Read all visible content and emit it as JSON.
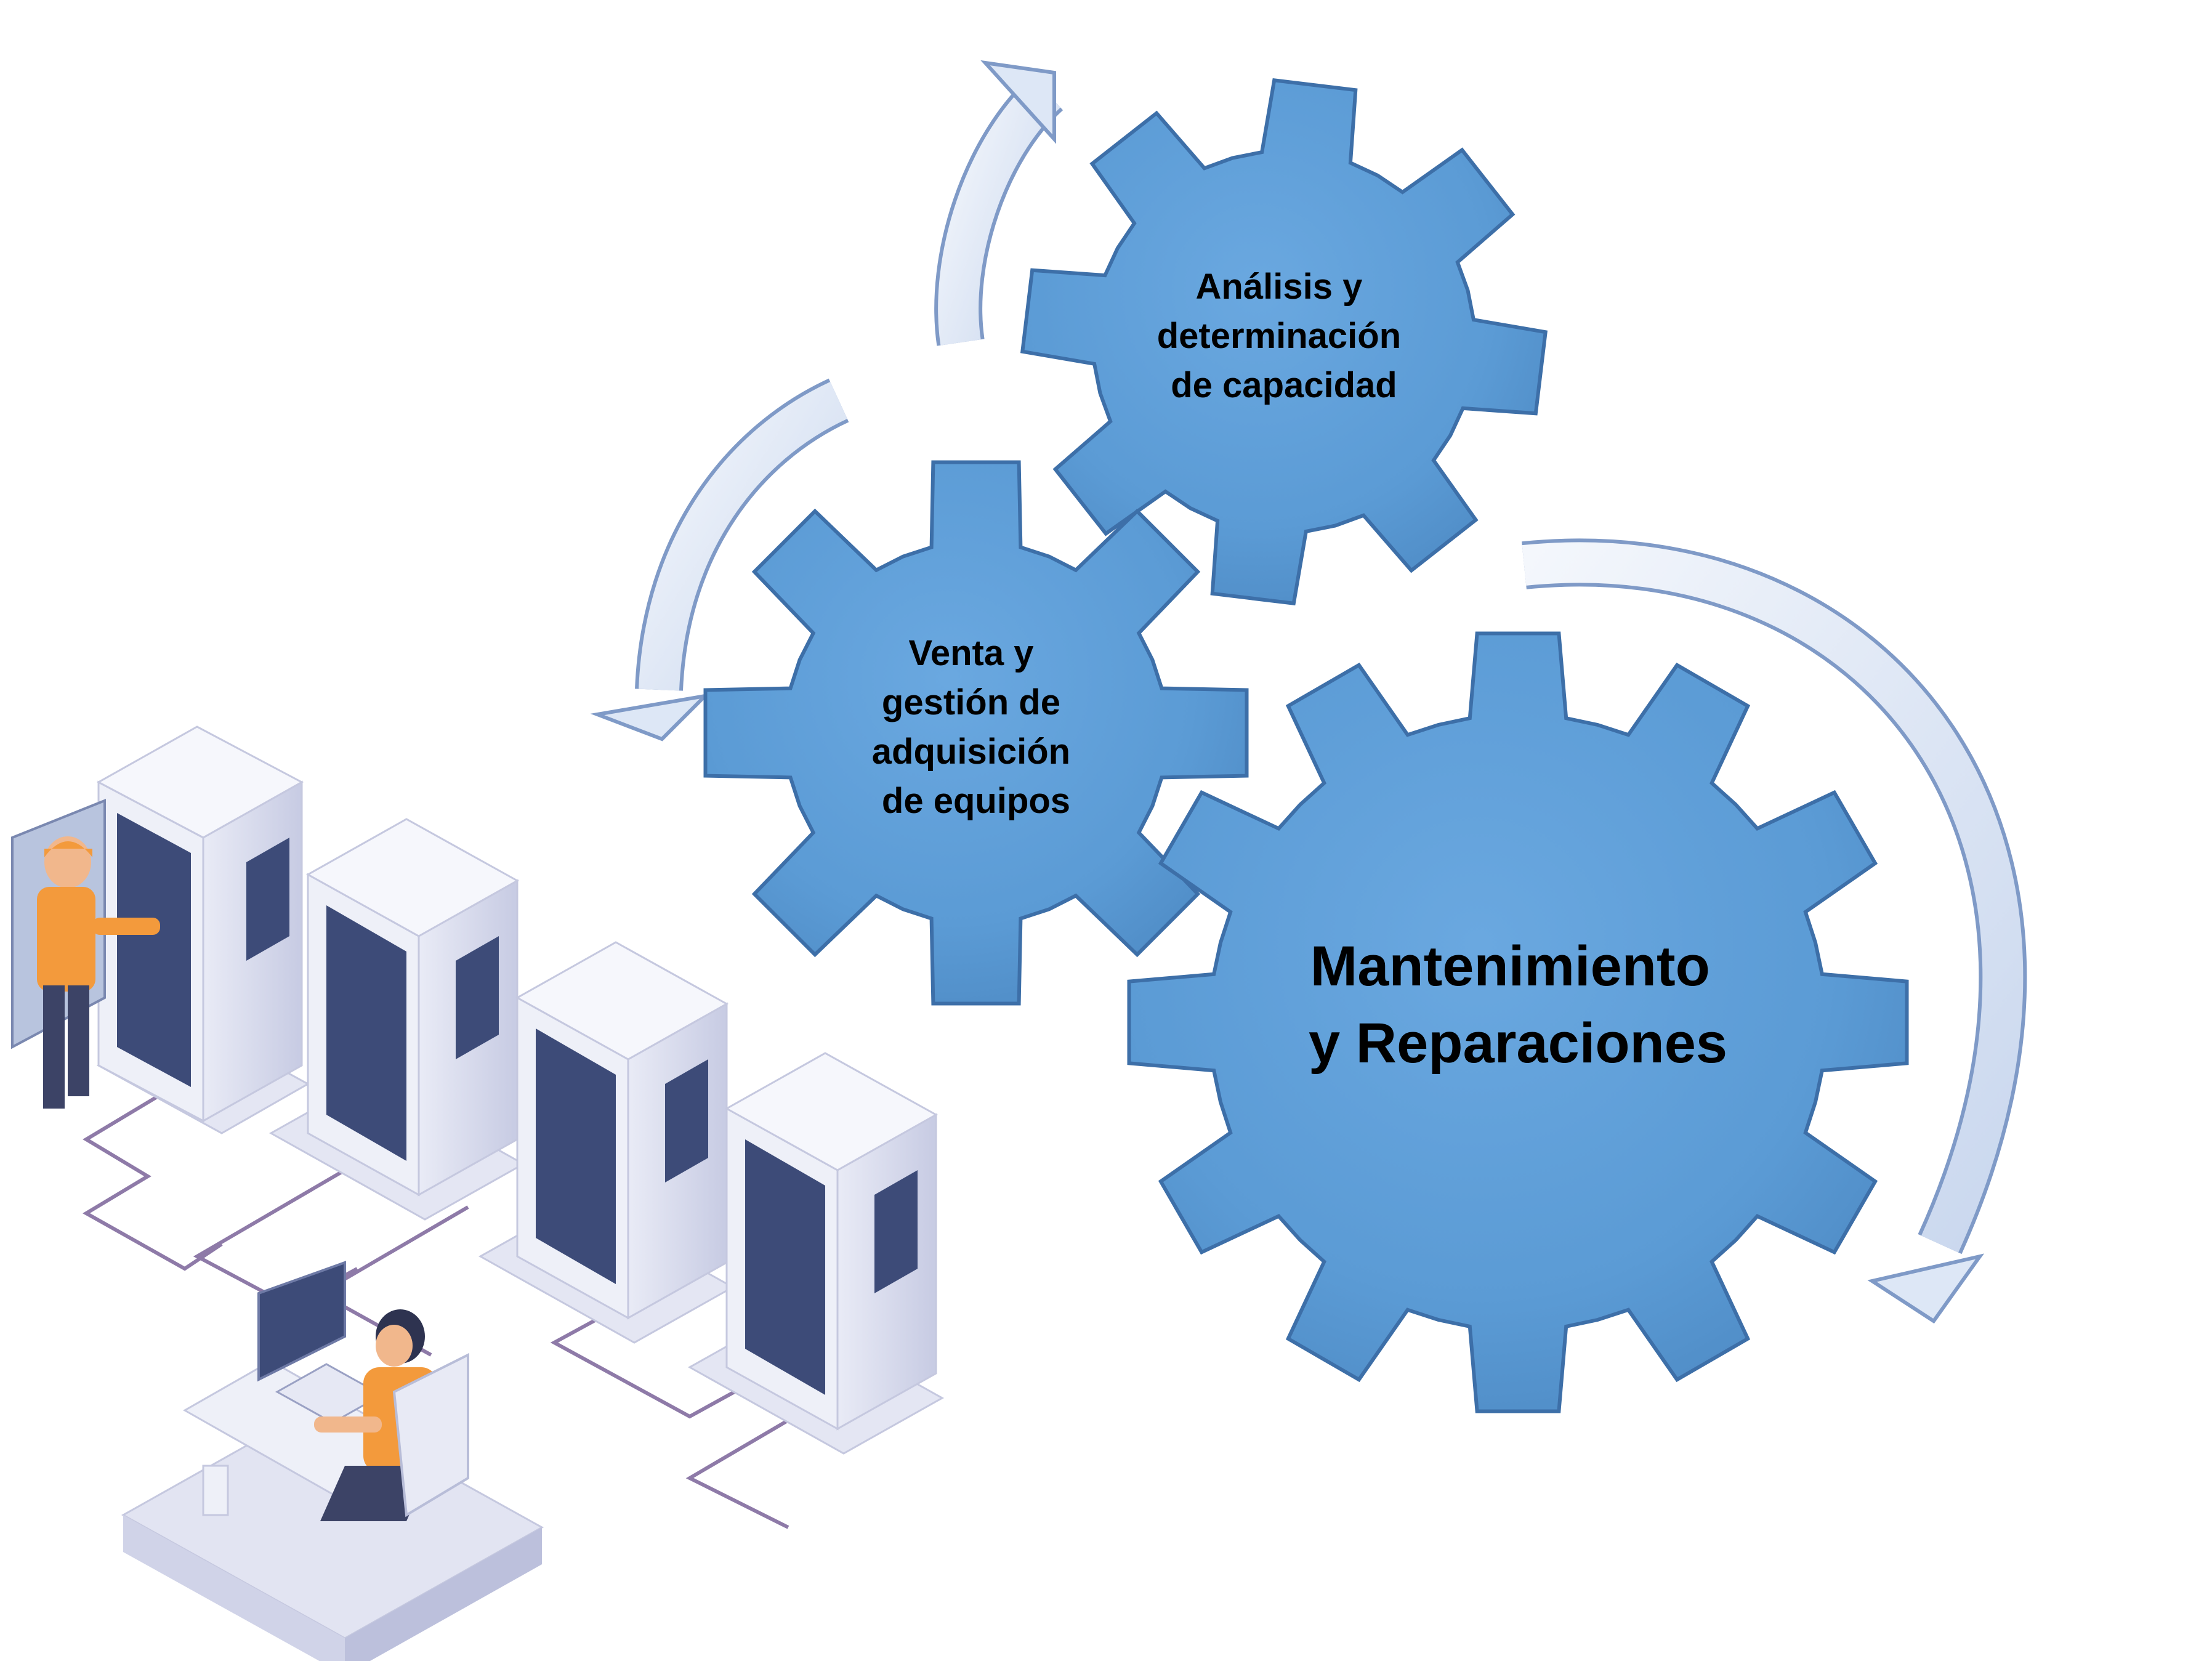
{
  "diagram": {
    "gears": [
      {
        "id": "analysis",
        "lines": [
          "Análisis y",
          "determinación",
          "de capacidad"
        ]
      },
      {
        "id": "sales",
        "lines": [
          "Venta y",
          "gestión de",
          "adquisición",
          "de equipos"
        ]
      },
      {
        "id": "maintenance",
        "lines": [
          "Mantenimiento",
          "y Reparaciones"
        ]
      }
    ]
  },
  "colors": {
    "gear_fill": "#5b9bd5",
    "gear_stroke": "#3d6fa8",
    "arrow_fill": "#dde7f6",
    "arrow_stroke": "#7f9ac7",
    "server_dark": "#3d4b78",
    "person_orange": "#f39a3c"
  },
  "illustration": {
    "subject": "isometric server room with technicians"
  }
}
